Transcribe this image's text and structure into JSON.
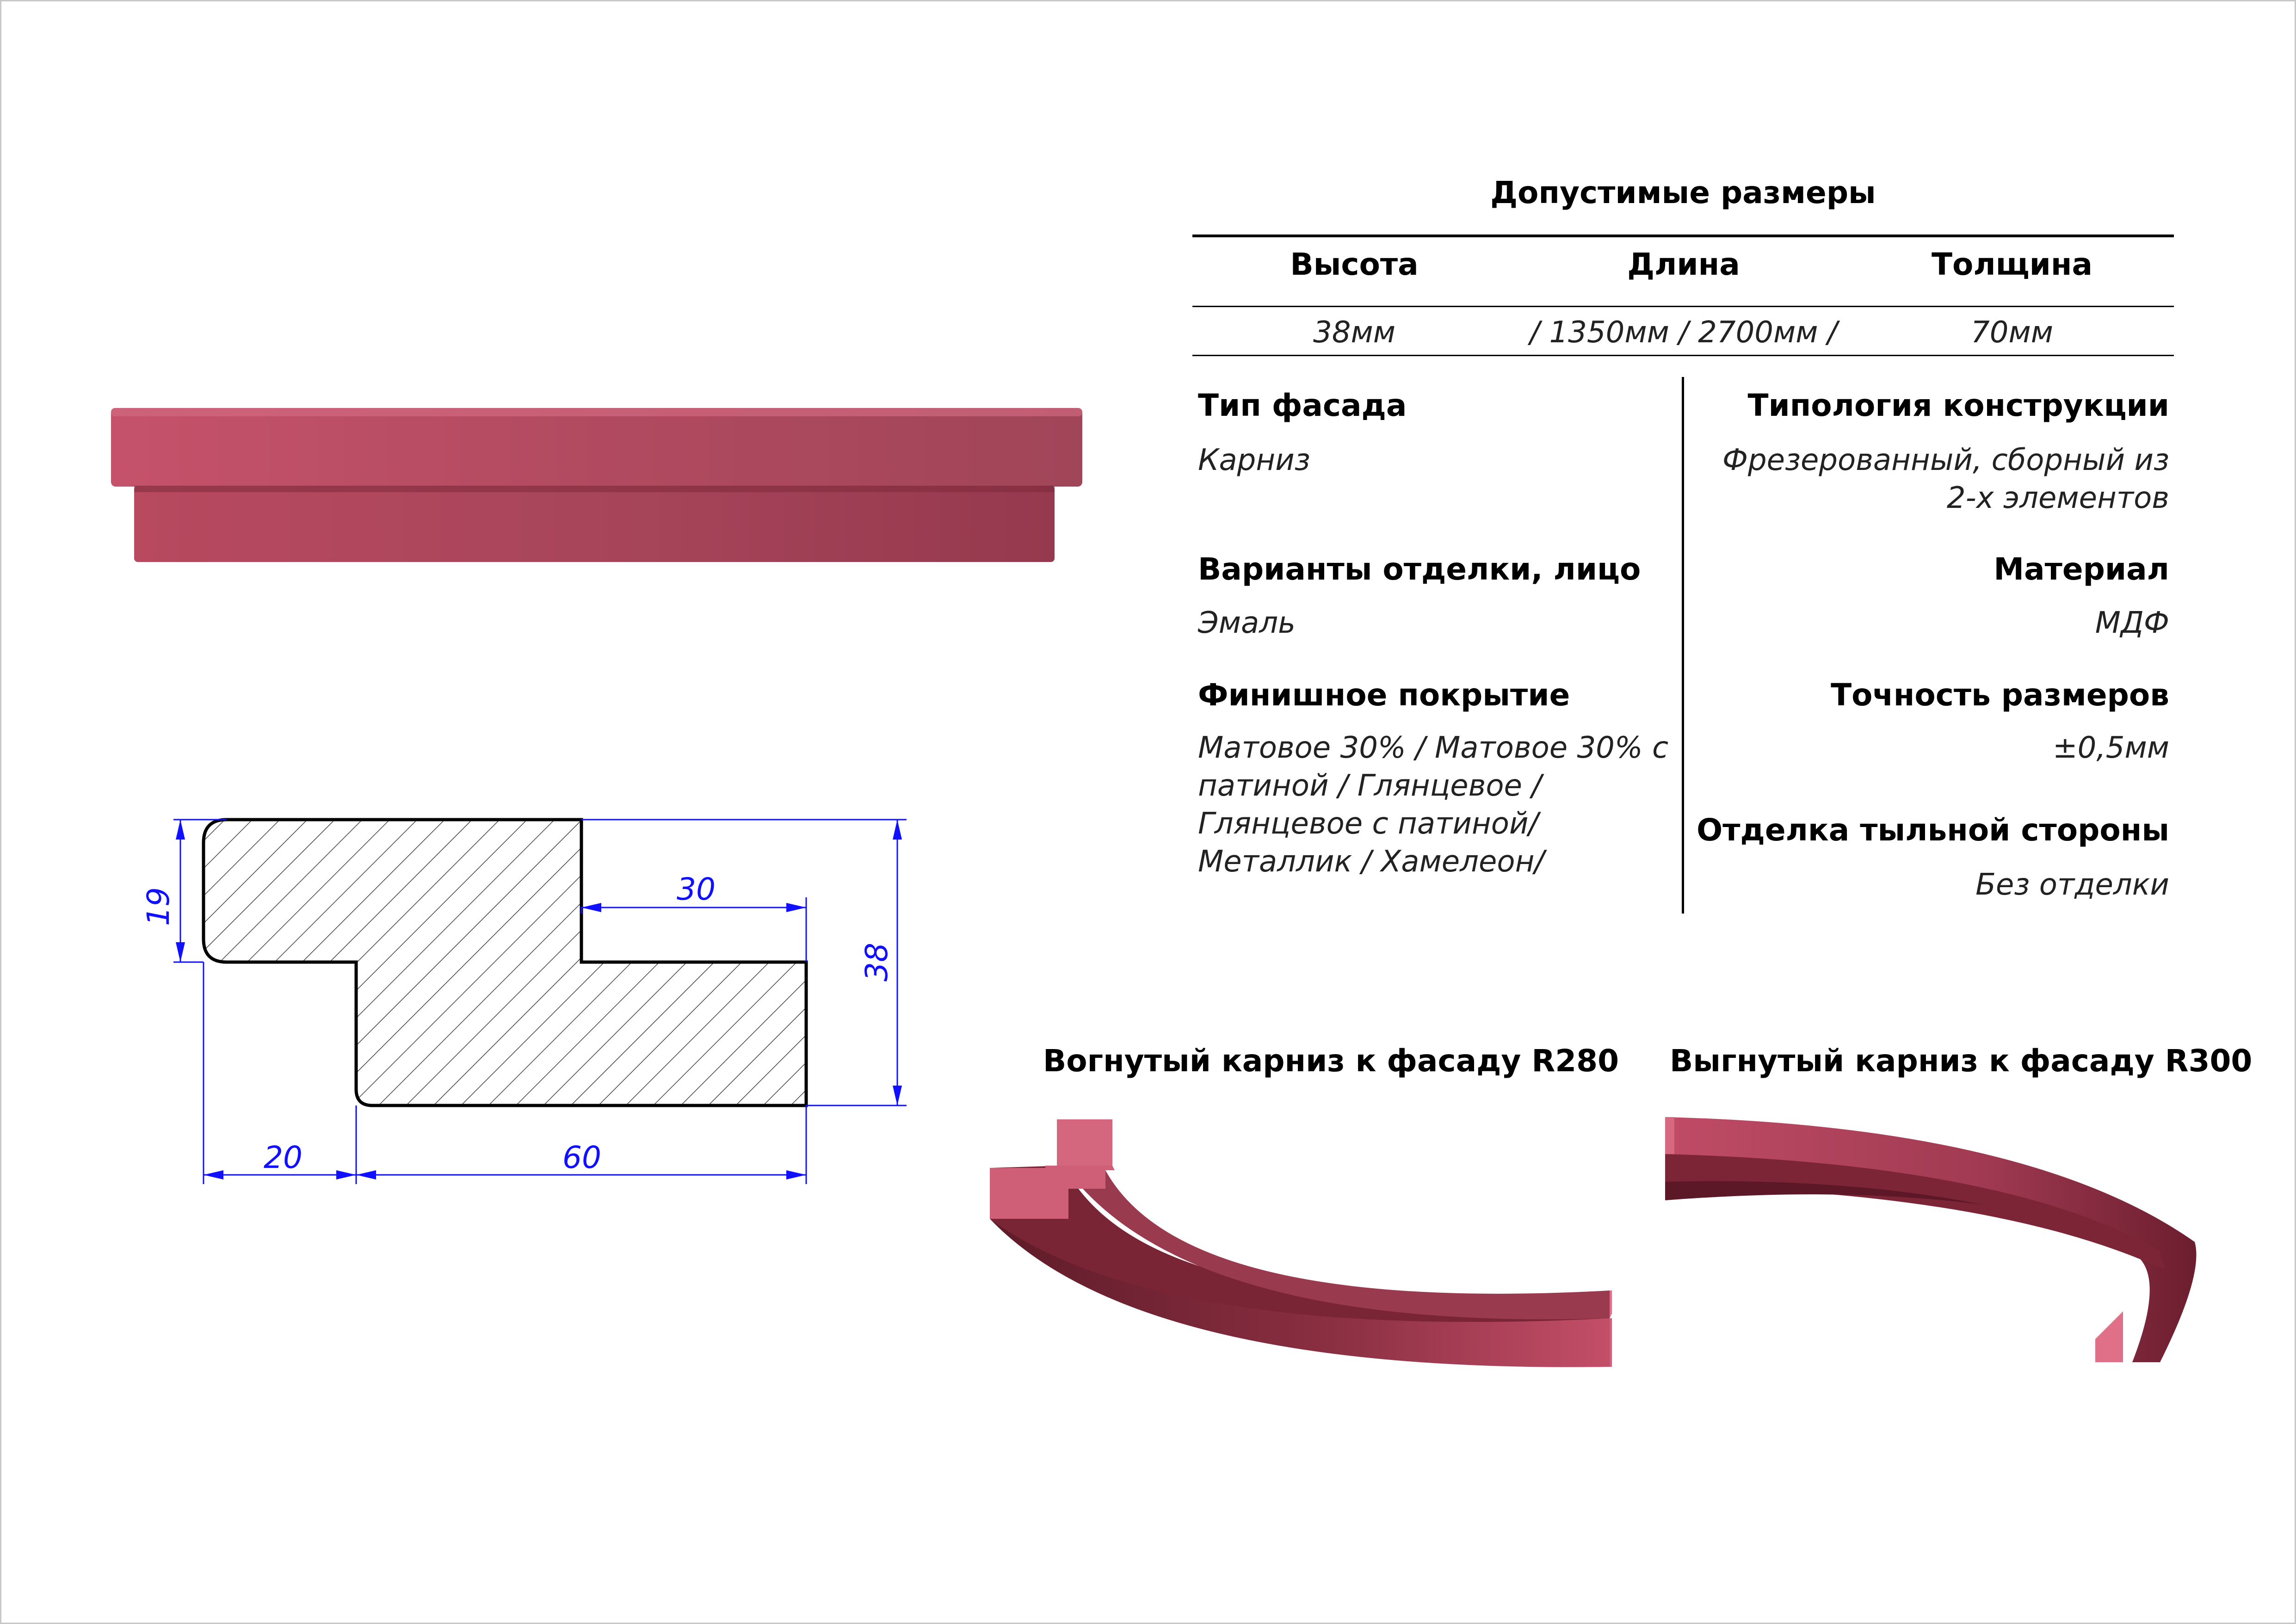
{
  "sizes_table": {
    "title": "Допустимые размеры",
    "columns": [
      {
        "header": "Высота",
        "value": "38мм"
      },
      {
        "header": "Длина",
        "value": "/ 1350мм / 2700мм /"
      },
      {
        "header": "Толщина",
        "value": "70мм"
      }
    ]
  },
  "specs": {
    "facade_type": {
      "label": "Тип фасада",
      "value": "Карниз"
    },
    "construction": {
      "label": "Типология конструкции",
      "value_line1": "Фрезерованный, сборный из",
      "value_line2": "2-х элементов"
    },
    "finish_face": {
      "label": "Варианты отделки, лицо",
      "value": "Эмаль"
    },
    "material": {
      "label": "Материал",
      "value": "МДФ"
    },
    "coating": {
      "label": "Финишное покрытие",
      "lines": [
        "Матовое 30% / Матовое 30% с",
        "патиной / Глянцевое /",
        "Глянцевое с патиной/",
        "Металлик / Хамелеон/"
      ]
    },
    "accuracy": {
      "label": "Точность размеров",
      "value": "±0,5мм"
    },
    "back_finish": {
      "label": "Отделка тыльной стороны",
      "value": "Без отделки"
    }
  },
  "drawing": {
    "dims": {
      "d19": "19",
      "d30": "30",
      "d38": "38",
      "d20": "20",
      "d60": "60"
    },
    "dim_color": "#1010ff"
  },
  "captions": {
    "concave": "Вогнутый карниз к фасаду R280",
    "convex": "Выгнутый карниз к фасаду R300"
  },
  "colors": {
    "accent": "#b0485e",
    "accent_dark": "#7a2434",
    "accent_light": "#d2617a"
  }
}
